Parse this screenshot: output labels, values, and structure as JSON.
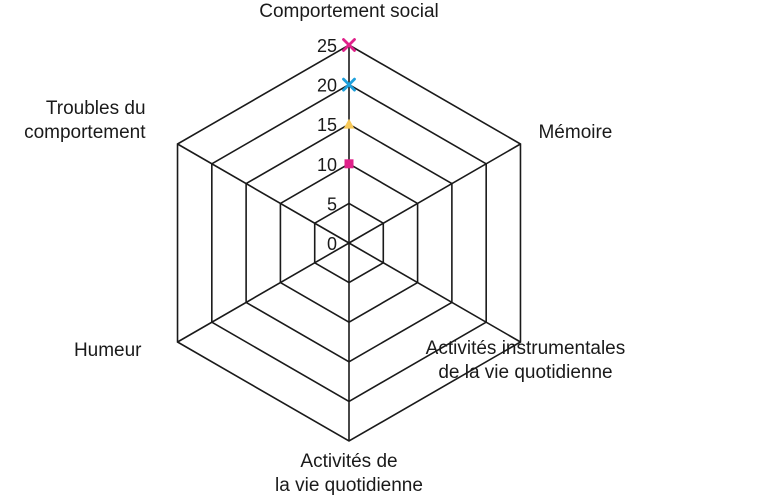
{
  "chart_data": {
    "type": "radar",
    "title": "",
    "axes": [
      {
        "label": [
          "Comportement social"
        ],
        "anchor": "middle"
      },
      {
        "label": [
          "Mémoire"
        ],
        "anchor": "start"
      },
      {
        "label": [
          "Activités  instrumentales",
          "de la vie quotidienne"
        ],
        "anchor": "middle"
      },
      {
        "label": [
          "Activités de",
          "la vie quotidienne"
        ],
        "anchor": "middle"
      },
      {
        "label": [
          "Humeur"
        ],
        "anchor": "end"
      },
      {
        "label": [
          "Troubles du",
          "comportement"
        ],
        "anchor": "end"
      }
    ],
    "rlim": [
      0,
      25
    ],
    "ticks": [
      0,
      5,
      10,
      15,
      20,
      25
    ],
    "tick_labels": [
      "0",
      "5",
      "10",
      "15",
      "20",
      "25"
    ],
    "grid": true,
    "points": [
      {
        "axis": "Comportement social",
        "value": 25,
        "marker": "x",
        "color": "#e0218a"
      },
      {
        "axis": "Comportement social",
        "value": 20,
        "marker": "x",
        "color": "#1ea0dc"
      },
      {
        "axis": "Comportement social",
        "value": 15,
        "marker": "triangle",
        "color": "#f7c95a"
      },
      {
        "axis": "Comportement social",
        "value": 10,
        "marker": "square",
        "color": "#e0218a"
      }
    ],
    "colors": {
      "grid": "#1a1a1a"
    }
  }
}
